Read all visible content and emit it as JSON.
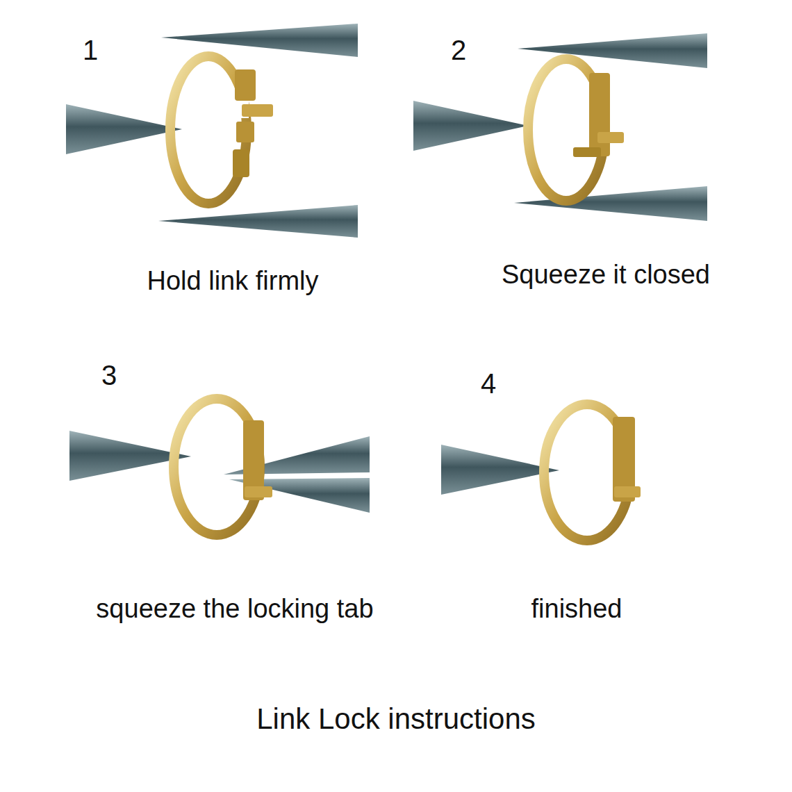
{
  "diagram": {
    "caption": "Link Lock instructions",
    "labels": [
      "1",
      "Hold link firmly",
      "2",
      "Squeeze it closed",
      "3",
      "squeeze the locking tab",
      "4",
      "finished"
    ]
  }
}
